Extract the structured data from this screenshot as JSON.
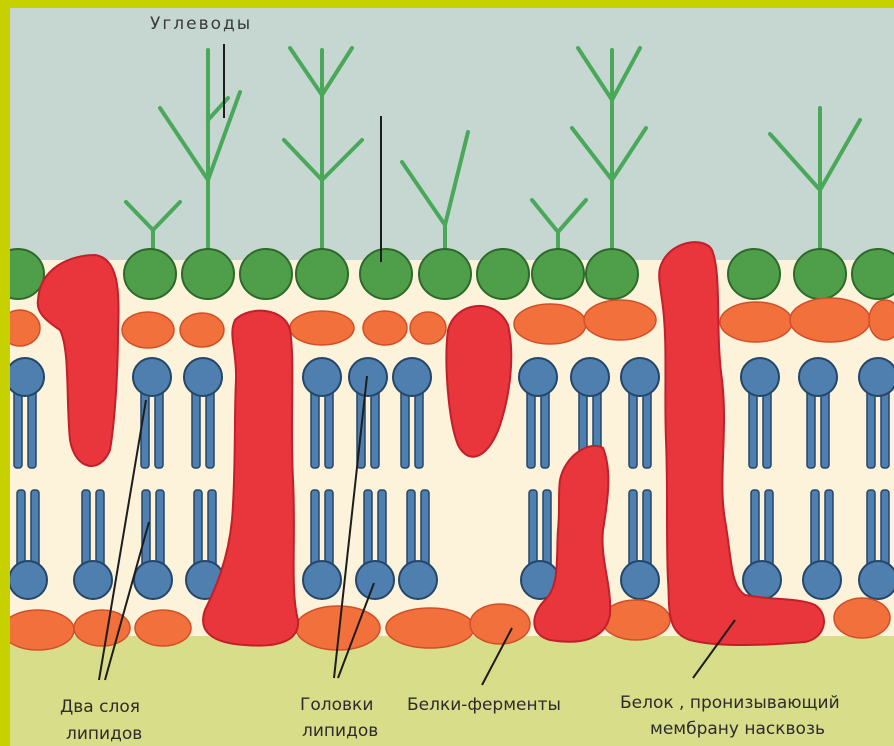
{
  "labels": {
    "carbohydrates": "Углеводы",
    "two_layers_line1": "Два слоя",
    "two_layers_line2": "липидов",
    "heads_line1": "Головки",
    "heads_line2": "липидов",
    "enzymes": "Белки-ферменты",
    "through_protein_line1": "Белок , пронизывающий",
    "through_protein_line2": "мембрану насквозь"
  },
  "colors": {
    "sky": "#c6d7d2",
    "membrane_bg": "#fcf3da",
    "ground": "#d8dd8a",
    "green_head": "#4e9e4a",
    "orange": "#f2703c",
    "blue": "#4f7fae",
    "red": "#e8363c"
  }
}
